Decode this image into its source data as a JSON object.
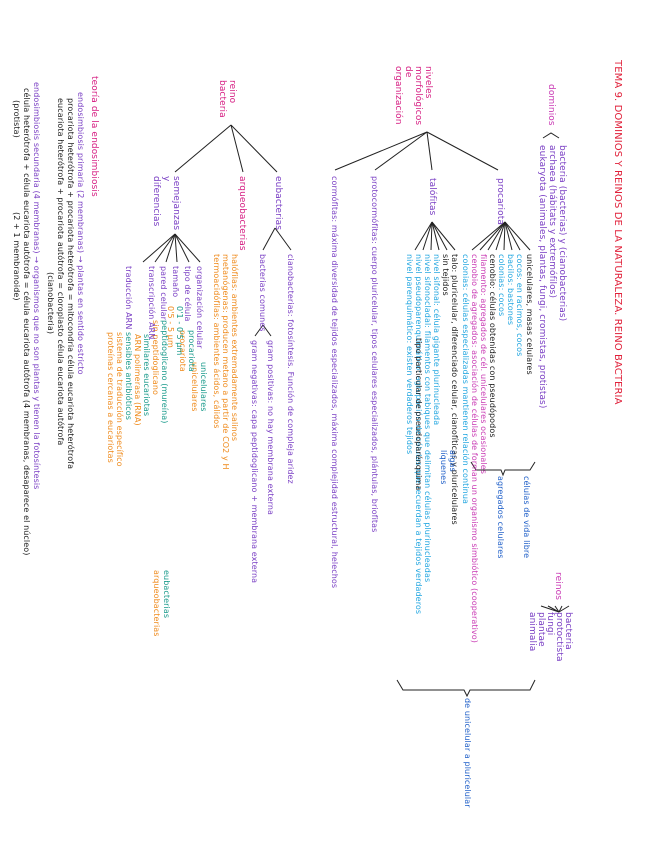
{
  "title": "TEMA 9. DOMINIOS Y REINOS DE LA NATURALEZA. REINO BACTERIA",
  "dominios": {
    "label": "dominios",
    "items": [
      "bacteria (bacterias) y (cianobacterias)",
      "archaea (hábitats y extremófilos)",
      "eukaryota (animales, plantas, fungi, cromistas, protistas)"
    ]
  },
  "reinos": {
    "label": "reinos",
    "items": [
      "bacteria",
      "protoctista",
      "fungi",
      "plantae",
      "animalia"
    ]
  },
  "niveles": {
    "label": "niveles morfológicos de organización",
    "procariota": {
      "label": "procariota",
      "items": [
        "unicelulares, masas celulares",
        "cocos: en racimos, cocos",
        "bacilos: bastones",
        "colonias: cocos",
        "cenobio: células obtenidas con pseudópodos",
        "filamento: agregados de cél. unicelulares ocasionales",
        "cenobio de agregados: asociación de células de forman un organismo simbiótico (cooperativo)",
        "colonias: células especializadas mantienen relación continua"
      ],
      "note": "células de vida libre",
      "note2": "agregados celulares",
      "side": "de unicelular a pluricelular"
    },
    "talofita": {
      "label": "talófitas",
      "intro": "talo: pluricelular, diferenciado celular, cianofíticas y pluricelulares",
      "intro2": "sin tejidos",
      "items": [
        "nivel sifonal: célula gigante plurinucleada",
        "nivel sifonocladal: filamentos con tabiques que delimitan células plurinucleadas",
        "nivel pseudoparenquimático: agrupación de células que recuerdan a tejidos verdaderos",
        "nivel parenquimático: existen verdaderos tejidos"
      ],
      "flag": "tipo particular de pseudoparénquima",
      "extra": [
        "algas",
        "líquenes"
      ]
    },
    "protocormofita": {
      "label": "protocormófitas: cuerpo pluricelular, tipos celulares especializados, plántulas, briofitas",
      "cormofita": "cormófitas: máxima diversidad de tejidos especializados, máxima complejidad estructural, helechos"
    }
  },
  "reino_bacteria": {
    "label": "reino bacteria",
    "eubacterias": {
      "label": "eubacterias",
      "cianobacterias": "cianobacterias: fotosíntesis. Función de compleja aridez",
      "comunes": "bacterias comunes",
      "gram_pos": "gram positivas: no hay membrana externa",
      "gram_neg": "gram negativas: capa peptidoglicano + membrana externa"
    },
    "arqueobacterias": {
      "label": "arqueobacterias",
      "items": [
        "halófilas: ambientes extremadamente salinos",
        "metanógenas: producen metano a partir de CO2 y H",
        "termoacidófilas: ambientes ácidos, cálidos"
      ]
    },
    "semejanzas": {
      "label": "semejanzas y diferencias",
      "items": [
        {
          "k": "organización celular",
          "v": [
            "unicelulares",
            "unicelulares"
          ]
        },
        {
          "k": "tipo de célula",
          "v": [
            "procariota",
            "procariota"
          ]
        },
        {
          "k": "tamaño",
          "v": [
            "0'1 - 0'5 µm",
            "0'5 - 5 µm"
          ]
        },
        {
          "k": "pared celular",
          "v": [
            "peptidoglicano (mureína)",
            "sin peptidoglicano"
          ]
        },
        {
          "k": "transcripción ARN",
          "v": [
            "similares eucariotas",
            "ARN polimerasa (RNA)"
          ]
        },
        {
          "k": "traducción ARN",
          "v": [
            "sensibles antibióticos",
            "sistema de traducción específico",
            "proteínas cercanas a eucariotas"
          ]
        }
      ],
      "legend": [
        "eubacterias",
        "arqueobacterias"
      ]
    }
  },
  "endosimbiosis": {
    "label": "teoría de la endosimbiosis",
    "items": [
      "endosimbiosis primaria (2 membranas) → plantas en sentido estricto",
      "procariota heterótrofa + procariota heterótrofa = mitocondria célula eucariota heterótrofa",
      "eucariota heterótrofa + procariota autótrofa = cloroplasto célula eucariota autótrofa",
      "(cianobacteria)",
      "endosimbiosis secundaria (4 membranas) → organismos que no son plantas y tienen la fotosíntesis",
      "célula heterótrofa + célula eucariota autótrofa = célula eucariota autótrofa (4 membranas, desaparece el núcleo)",
      "(protista)",
      "(2 + 1 membranoide)"
    ]
  }
}
